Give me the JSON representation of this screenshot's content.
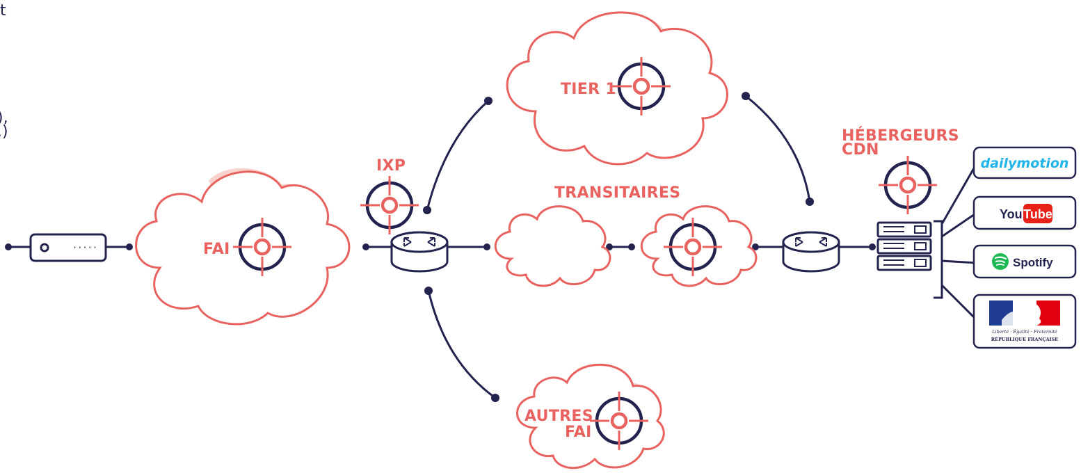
{
  "labels": {
    "fai": "FAI",
    "ixp": "IXP",
    "tier1": "TIER 1",
    "transitaires": "TRANSITAIRES",
    "autres_line1": "AUTRES",
    "autres_line2": "FAI",
    "hebergeurs_line1": "HÉBERGEURS",
    "hebergeurs_line2": "CDN"
  },
  "edge_text": {
    "line1": "t",
    "line2": "),",
    "line3": ".)"
  },
  "services": {
    "dailymotion": "dailymotion",
    "youtube_you": "You",
    "youtube_tube": "Tube",
    "spotify": "Spotify",
    "gov_motto": "Liberté · Égalité · Fraternité",
    "gov_name": "RÉPUBLIQUE FRANÇAISE"
  },
  "colors": {
    "accent": "#e8625f",
    "navy": "#23234f",
    "cloud_shade": "#f8d3cc",
    "dailymotion": "#1fb3e8",
    "youtube_red": "#e62117",
    "spotify_green": "#1db954",
    "france_blue": "#1f3c93",
    "france_red": "#e1000f"
  },
  "icons": [
    "modem-icon",
    "router-icon",
    "target-icon",
    "server-rack-icon",
    "cloud-icon"
  ]
}
